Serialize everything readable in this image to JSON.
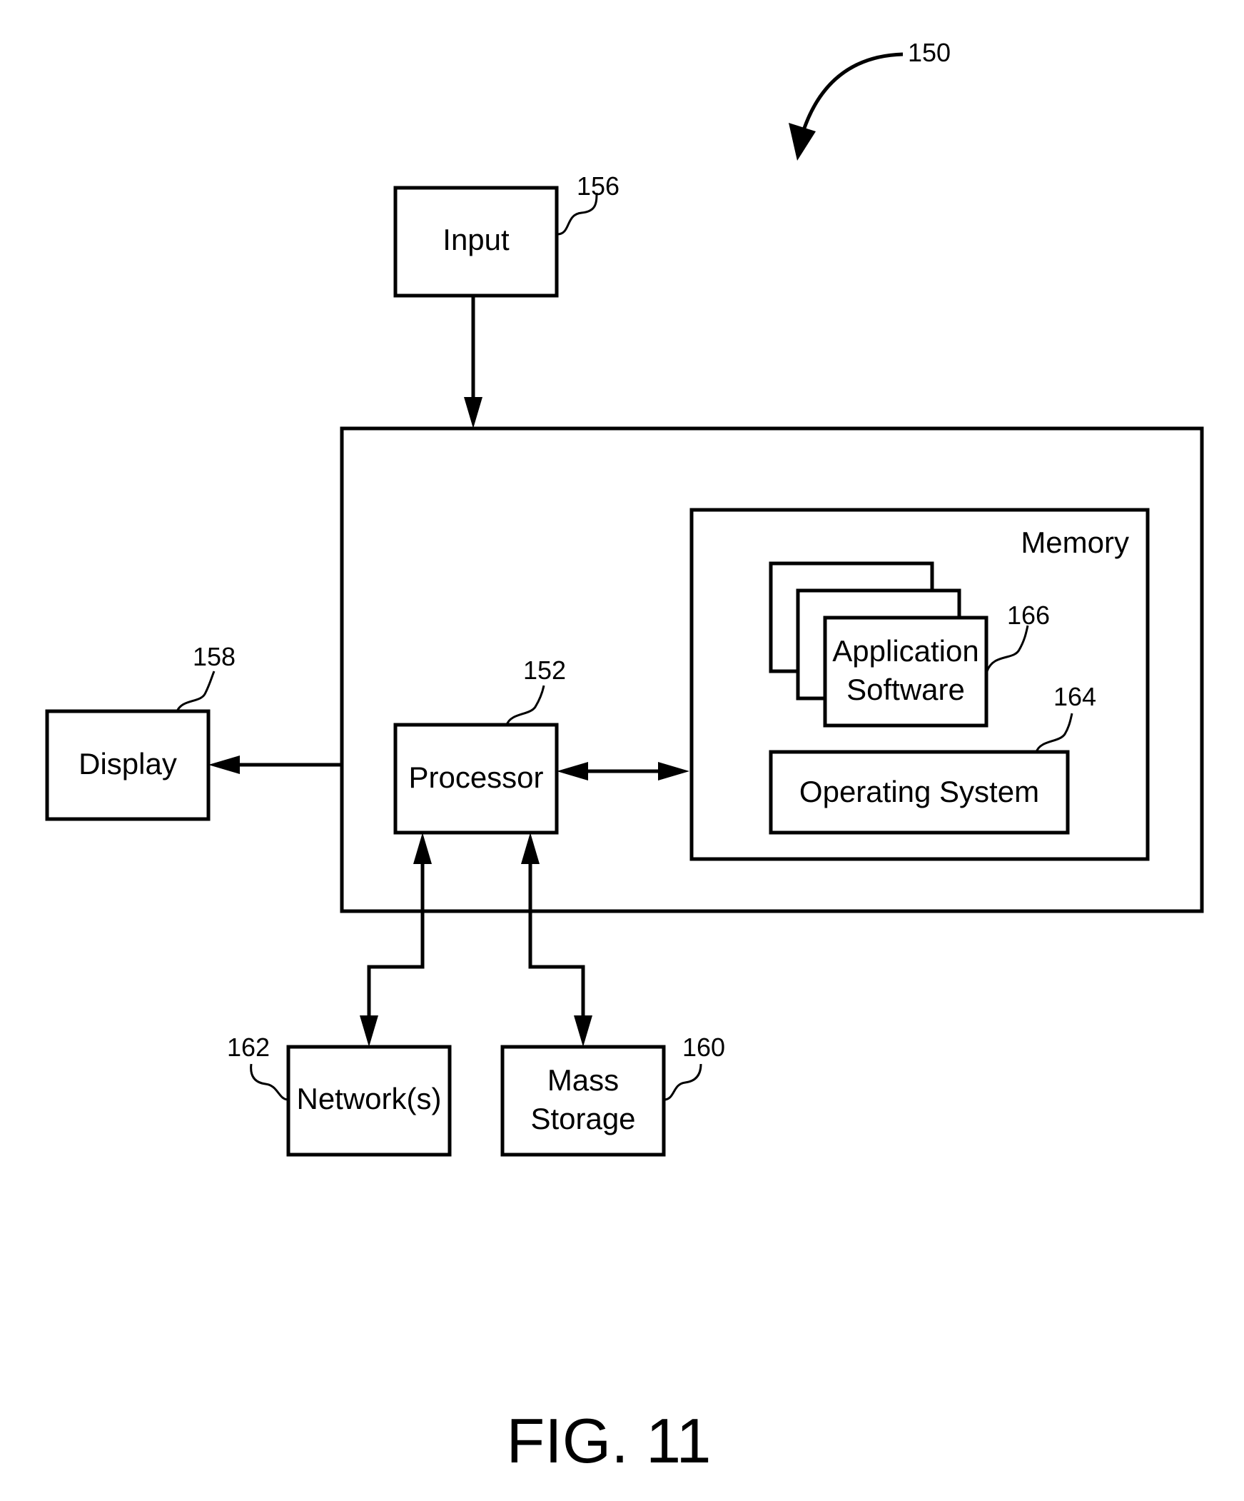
{
  "figure": {
    "caption": "FIG. 11",
    "ref": "150"
  },
  "blocks": {
    "input": {
      "label": "Input",
      "ref": "156"
    },
    "display": {
      "label": "Display",
      "ref": "158"
    },
    "processor": {
      "label": "Processor",
      "ref": "152"
    },
    "memory": {
      "label": "Memory"
    },
    "application_software": {
      "label_line1": "Application",
      "label_line2": "Software",
      "ref": "166"
    },
    "operating_system": {
      "label": "Operating System",
      "ref": "164"
    },
    "networks": {
      "label": "Network(s)",
      "ref": "162"
    },
    "mass_storage": {
      "label_line1": "Mass",
      "label_line2": "Storage",
      "ref": "160"
    }
  }
}
